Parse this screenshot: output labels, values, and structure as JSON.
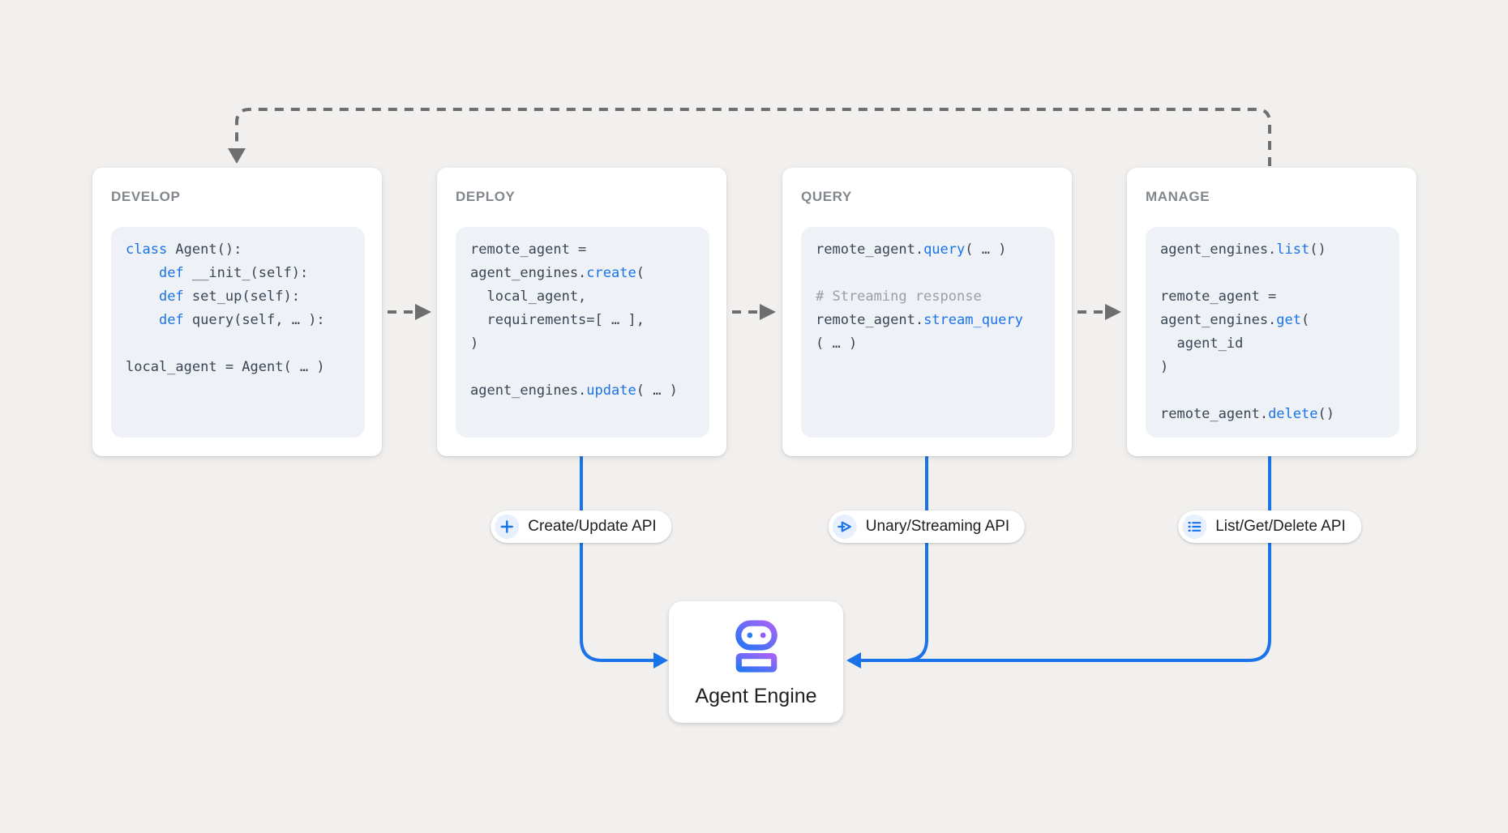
{
  "colors": {
    "background": "#f2f0ee",
    "card_white": "#ffffff",
    "code_block_gray": "#eef1f5",
    "card_title_gray": "#82878d",
    "code_text_dark": "#3b4654",
    "keyword_blue": "#1a73e8",
    "comment_gray": "#9aa0a6",
    "connector_blue": "#1a73e8",
    "dashed_arrow_gray": "#6e6e6e",
    "pill_icon_chip_blue": "#e8f0fe",
    "robot_gradient_blue": "#2476f4",
    "robot_gradient_purple": "#a763f8"
  },
  "cards": [
    {
      "title": "DEVELOP",
      "code": [
        [
          [
            "kw",
            "class"
          ],
          [
            "txt",
            " Agent():"
          ]
        ],
        [
          [
            "txt",
            "    "
          ],
          [
            "kw",
            "def"
          ],
          [
            "txt",
            " __init_(self):"
          ]
        ],
        [
          [
            "txt",
            "    "
          ],
          [
            "kw",
            "def"
          ],
          [
            "txt",
            " set_up(self):"
          ]
        ],
        [
          [
            "txt",
            "    "
          ],
          [
            "kw",
            "def"
          ],
          [
            "txt",
            " query(self, … ):"
          ]
        ],
        [],
        [
          [
            "txt",
            "local_agent = Agent( … )"
          ]
        ]
      ]
    },
    {
      "title": "DEPLOY",
      "code": [
        [
          [
            "txt",
            "remote_agent ="
          ]
        ],
        [
          [
            "txt",
            "agent_engines."
          ],
          [
            "kw",
            "create"
          ],
          [
            "txt",
            "("
          ]
        ],
        [
          [
            "txt",
            "  local_agent,"
          ]
        ],
        [
          [
            "txt",
            "  requirements=[ … ],"
          ]
        ],
        [
          [
            "txt",
            ")"
          ]
        ],
        [],
        [
          [
            "txt",
            "agent_engines."
          ],
          [
            "kw",
            "update"
          ],
          [
            "txt",
            "( … )"
          ]
        ]
      ]
    },
    {
      "title": "QUERY",
      "code": [
        [
          [
            "txt",
            "remote_agent."
          ],
          [
            "kw",
            "query"
          ],
          [
            "txt",
            "( … )"
          ]
        ],
        [],
        [
          [
            "cm",
            "# Streaming response"
          ]
        ],
        [
          [
            "txt",
            "remote_agent."
          ],
          [
            "kw",
            "stream_query"
          ]
        ],
        [
          [
            "txt",
            "( … )"
          ]
        ]
      ]
    },
    {
      "title": "MANAGE",
      "code": [
        [
          [
            "txt",
            "agent_engines."
          ],
          [
            "kw",
            "list"
          ],
          [
            "txt",
            "()"
          ]
        ],
        [],
        [
          [
            "txt",
            "remote_agent ="
          ]
        ],
        [
          [
            "txt",
            "agent_engines."
          ],
          [
            "kw",
            "get"
          ],
          [
            "txt",
            "("
          ]
        ],
        [
          [
            "txt",
            "  agent_id"
          ]
        ],
        [
          [
            "txt",
            ")"
          ]
        ],
        [],
        [
          [
            "txt",
            "remote_agent."
          ],
          [
            "kw",
            "delete"
          ],
          [
            "txt",
            "()"
          ]
        ]
      ]
    }
  ],
  "pills": [
    {
      "label": "Create/Update API",
      "icon": "plus-icon"
    },
    {
      "label": "Unary/Streaming API",
      "icon": "send-icon"
    },
    {
      "label": "List/Get/Delete API",
      "icon": "list-icon"
    }
  ],
  "engine": {
    "label": "Agent Engine",
    "icon": "robot-icon"
  }
}
